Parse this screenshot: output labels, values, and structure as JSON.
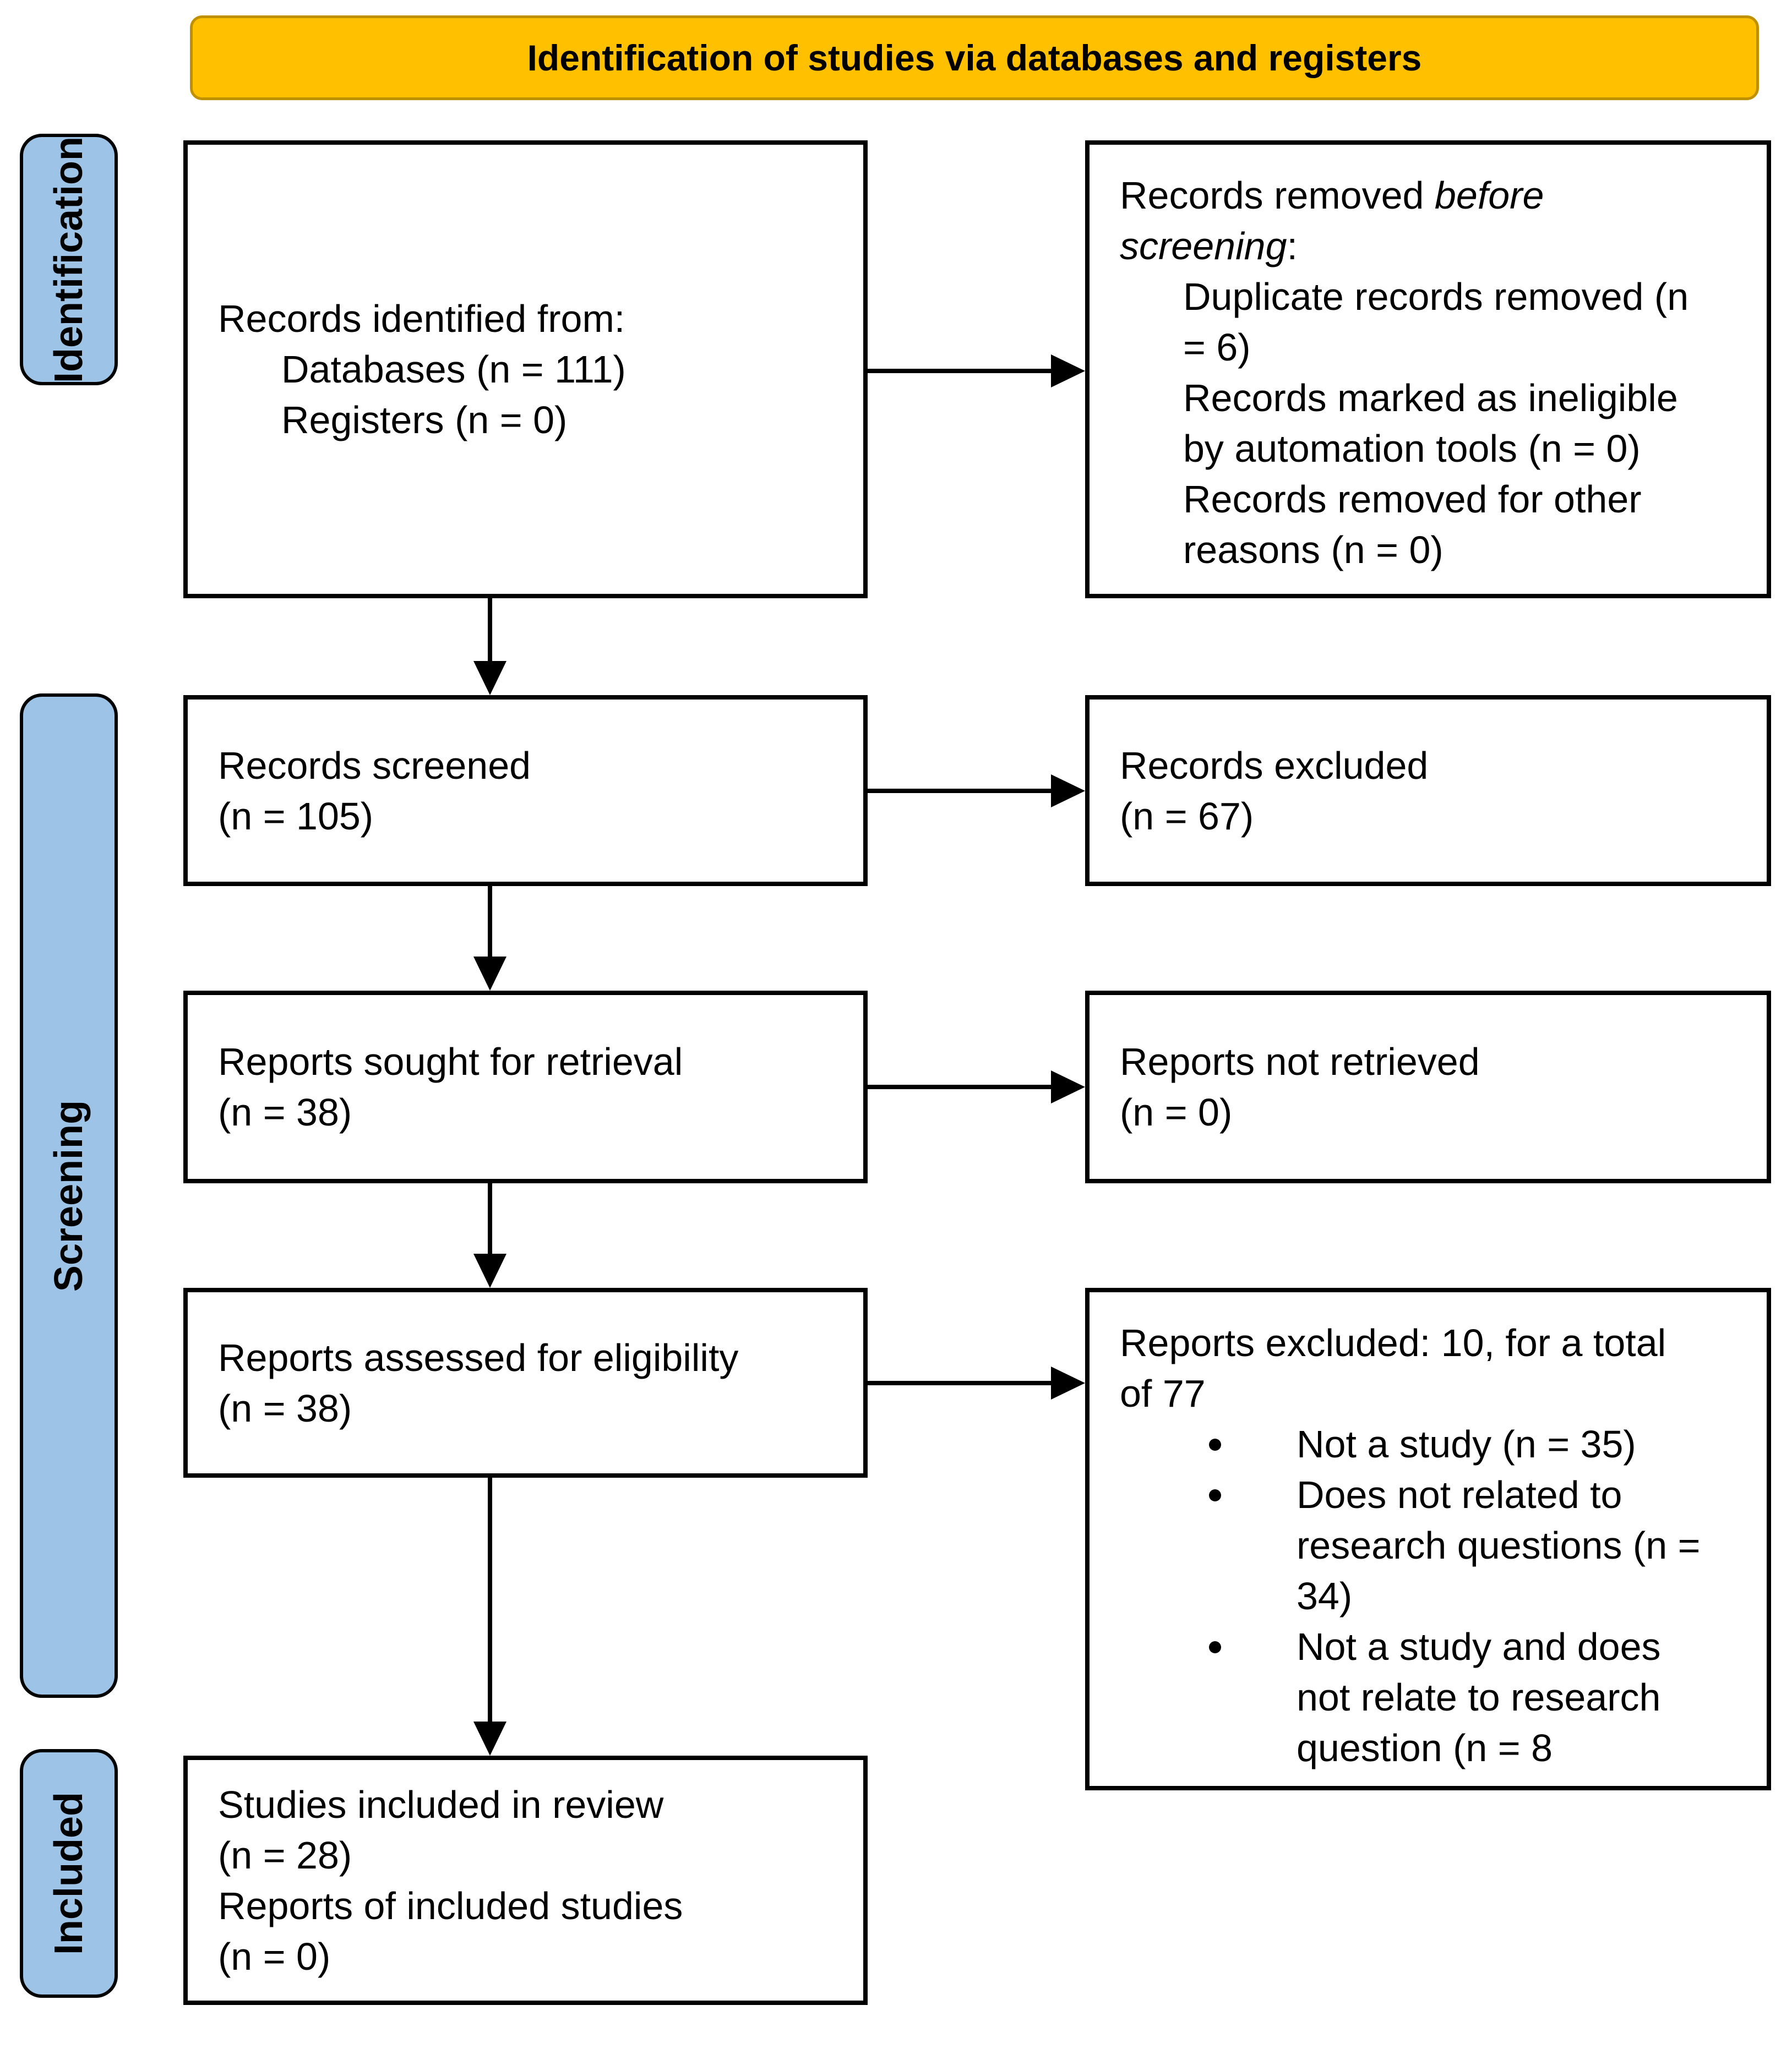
{
  "title": "Identification of studies via databases and registers",
  "colors": {
    "banner_bg": "#FFC000",
    "banner_border": "#BF9000",
    "sidebar_bg": "#9DC3E6",
    "box_border": "#000000"
  },
  "sidebar": {
    "identification": "Identification",
    "screening": "Screening",
    "included": "Included"
  },
  "boxes": {
    "identified": {
      "intro": "Records identified from:",
      "items": [
        "Databases (n = 111)",
        "Registers (n = 0)"
      ]
    },
    "removed_before": {
      "intro_normal": "Records removed ",
      "intro_italic": "before screening",
      "intro_suffix": ":",
      "items": [
        "Duplicate records removed (n = 6)",
        "Records marked as ineligible by automation tools (n = 0)",
        "Records removed for other reasons (n = 0)"
      ]
    },
    "screened": {
      "lines": [
        "Records screened",
        "(n = 105)"
      ]
    },
    "records_excluded": {
      "lines": [
        "Records excluded",
        "(n = 67)"
      ]
    },
    "sought": {
      "lines": [
        "Reports sought for retrieval",
        "(n = 38)"
      ]
    },
    "not_retrieved": {
      "lines": [
        "Reports not retrieved",
        "(n = 0)"
      ]
    },
    "assessed": {
      "lines": [
        "Reports assessed for eligibility",
        "(n = 38)"
      ]
    },
    "reports_excluded": {
      "intro": "Reports excluded: 10, for a total of 77",
      "bullets": [
        "Not a study (n = 35)",
        "Does not related to research questions (n = 34)",
        "Not a study and does not relate to research question (n = 8"
      ]
    },
    "included_review": {
      "lines": [
        "Studies included in review",
        "(n = 28)",
        "Reports of included studies",
        "(n = 0)"
      ]
    }
  }
}
